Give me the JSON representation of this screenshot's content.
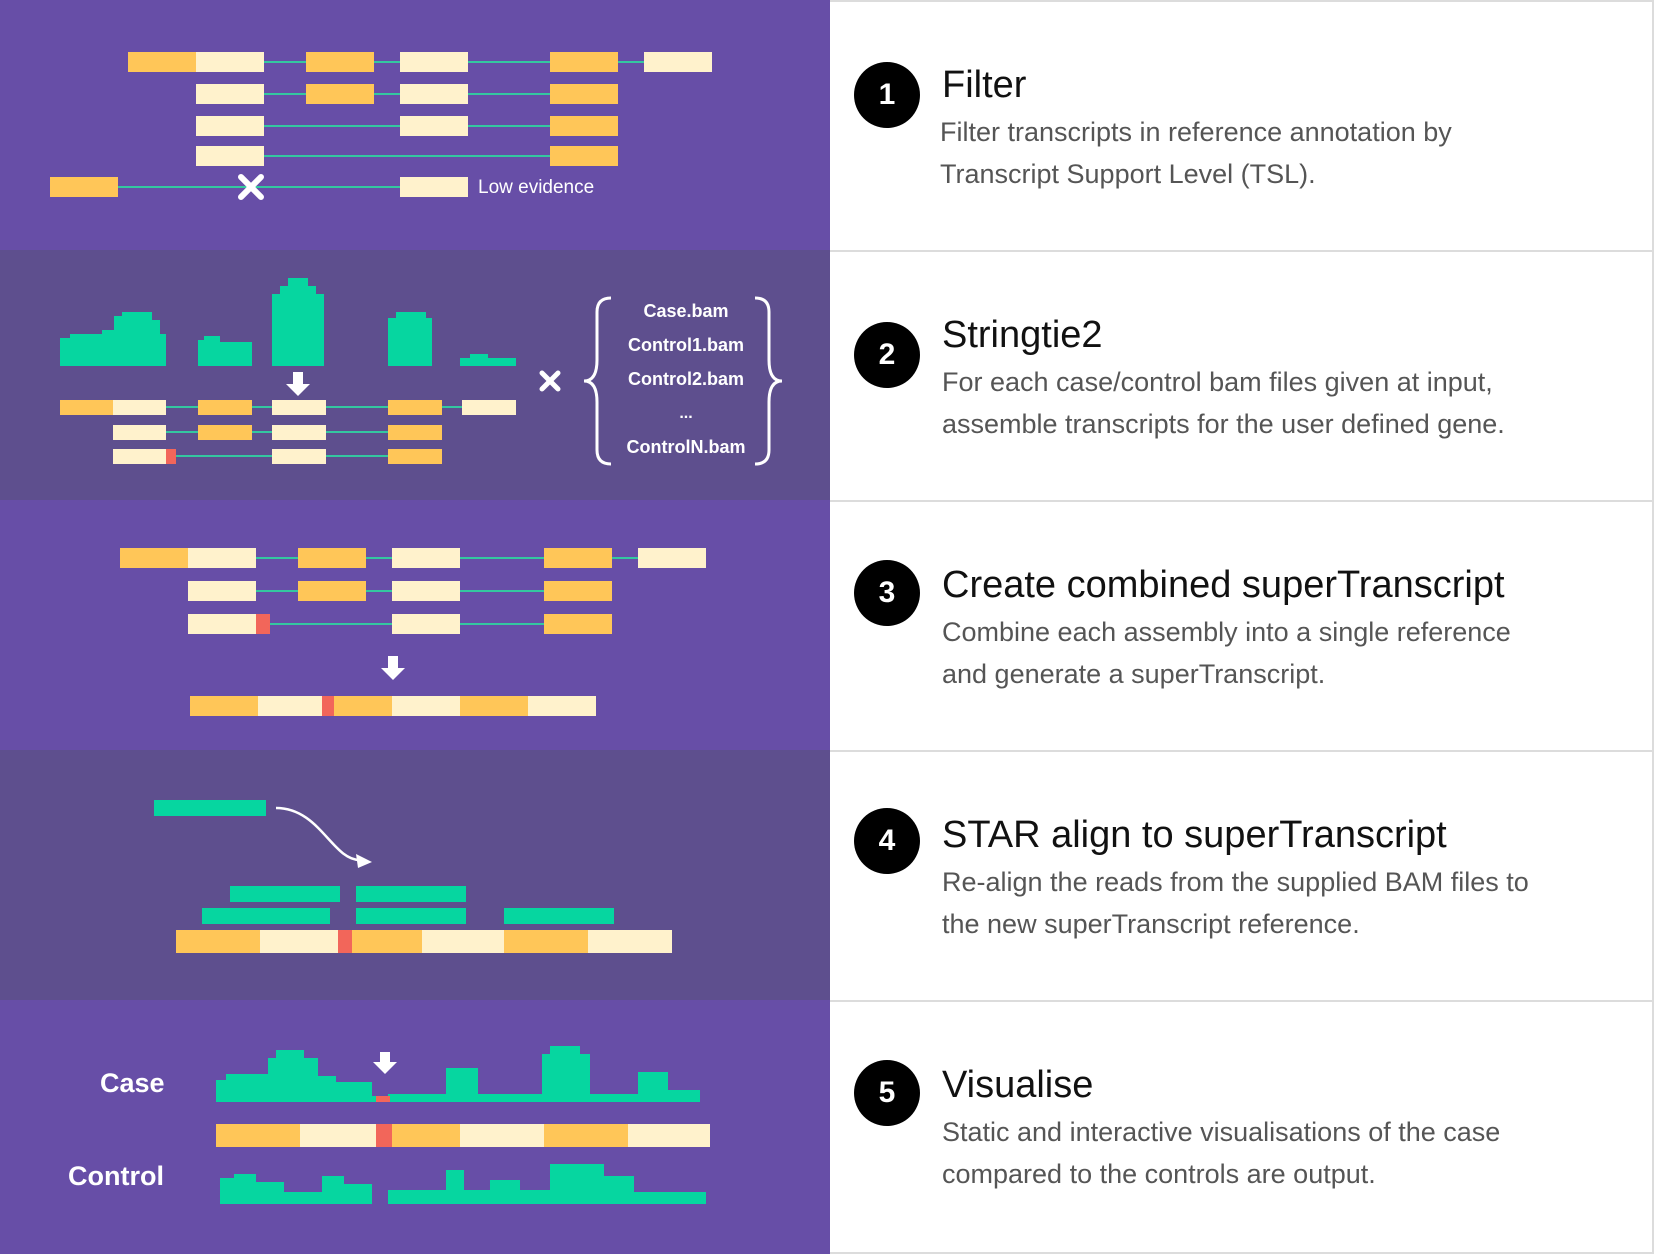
{
  "colors": {
    "panel_purple": "#674ea7",
    "panel_slate": "#5e4f8e",
    "exon_orange": "#ffc658",
    "exon_cream": "#fff2cc",
    "intron_line": "#34c7a0",
    "coverage_green": "#06d6a0",
    "variant_red": "#f2665a",
    "white": "#ffffff"
  },
  "panel1": {
    "low_evidence_label": "Low evidence"
  },
  "panel2": {
    "bam_files": [
      "Case.bam",
      "Control1.bam",
      "Control2.bam",
      "...",
      "ControlN.bam"
    ]
  },
  "panel5": {
    "case_label": "Case",
    "control_label": "Control"
  },
  "steps": [
    {
      "number": "1",
      "title": "Filter",
      "line1": "Filter transcripts in reference annotation by",
      "line2": "Transcript Support Level (TSL)."
    },
    {
      "number": "2",
      "title": "Stringtie2",
      "line1": "For each case/control bam files given at input,",
      "line2": "assemble transcripts for the user defined gene."
    },
    {
      "number": "3",
      "title": "Create combined superTranscript",
      "line1": "Combine each assembly into a single reference",
      "line2": "and generate a superTranscript."
    },
    {
      "number": "4",
      "title": "STAR align to superTranscript",
      "line1": "Re-align the reads from the supplied BAM files to",
      "line2": "the new superTranscript reference."
    },
    {
      "number": "5",
      "title": "Visualise",
      "line1": "Static and interactive visualisations of the case",
      "line2": "compared to the controls are output."
    }
  ]
}
